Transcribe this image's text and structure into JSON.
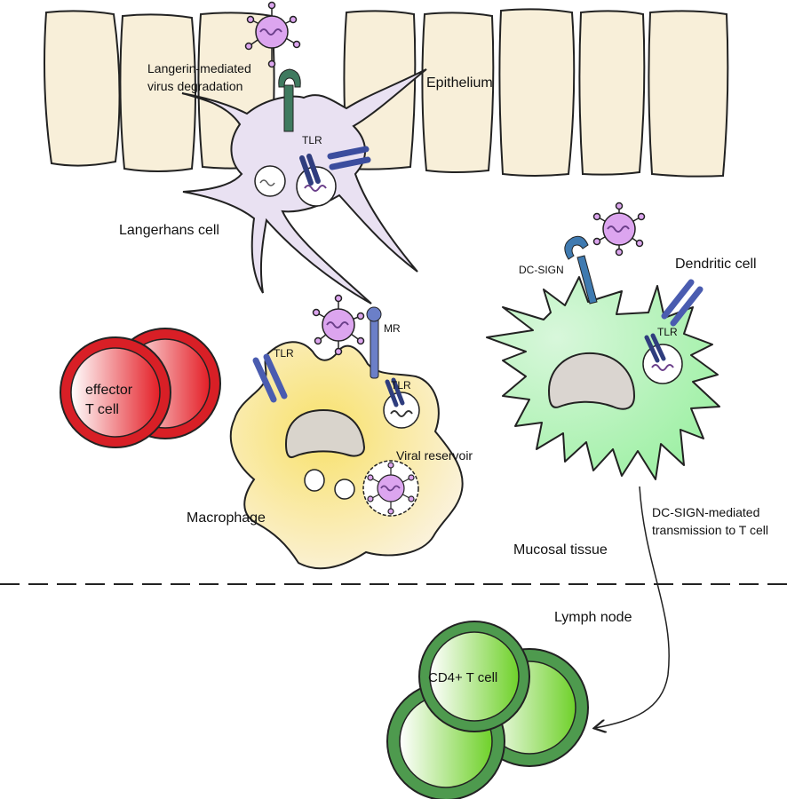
{
  "labels": {
    "langerin": [
      "Langerin-mediated",
      "virus degradation"
    ],
    "epithelium": "Epithelium",
    "tlr": "TLR",
    "langerhans": "Langerhans cell",
    "dc_sign": "DC-SIGN",
    "dendritic": "Dendritic cell",
    "mr": "MR",
    "effector": [
      "effector",
      "T cell"
    ],
    "viral_reservoir": "Viral reservoir",
    "macrophage": "Macrophage",
    "dc_sign_transmission": [
      "DC-SIGN-mediated",
      "transmission to T cell"
    ],
    "mucosal": "Mucosal tissue",
    "lymph": "Lymph node",
    "cd4": "CD4+ T cell"
  },
  "colors": {
    "epithelium": "#f8efd9",
    "langerhans": "#e9e1f2",
    "macrophage": "#f8e69a",
    "dendritic": "#bff2c3",
    "effector": "#d81f26",
    "cd4": "#7fd63a",
    "virus": "#dca5ef",
    "receptor": "#3b4d9e"
  }
}
